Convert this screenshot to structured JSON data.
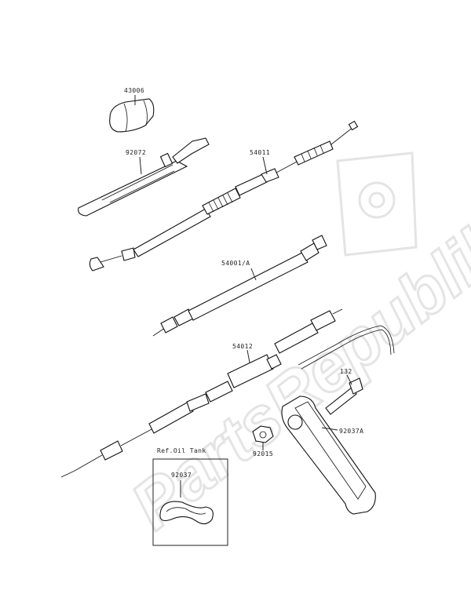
{
  "watermark": "PartsRepublik",
  "labels": {
    "p43006": "43006",
    "p92072": "92072",
    "p54011": "54011",
    "p54001a": "54001/A",
    "p54012": "54012",
    "p132": "132",
    "p92037a": "92037A",
    "p92015": "92015",
    "ref": "Ref.Oil Tank",
    "p92037": "92037"
  },
  "icons": {
    "watermark_logo": "gear-flag-icon"
  }
}
